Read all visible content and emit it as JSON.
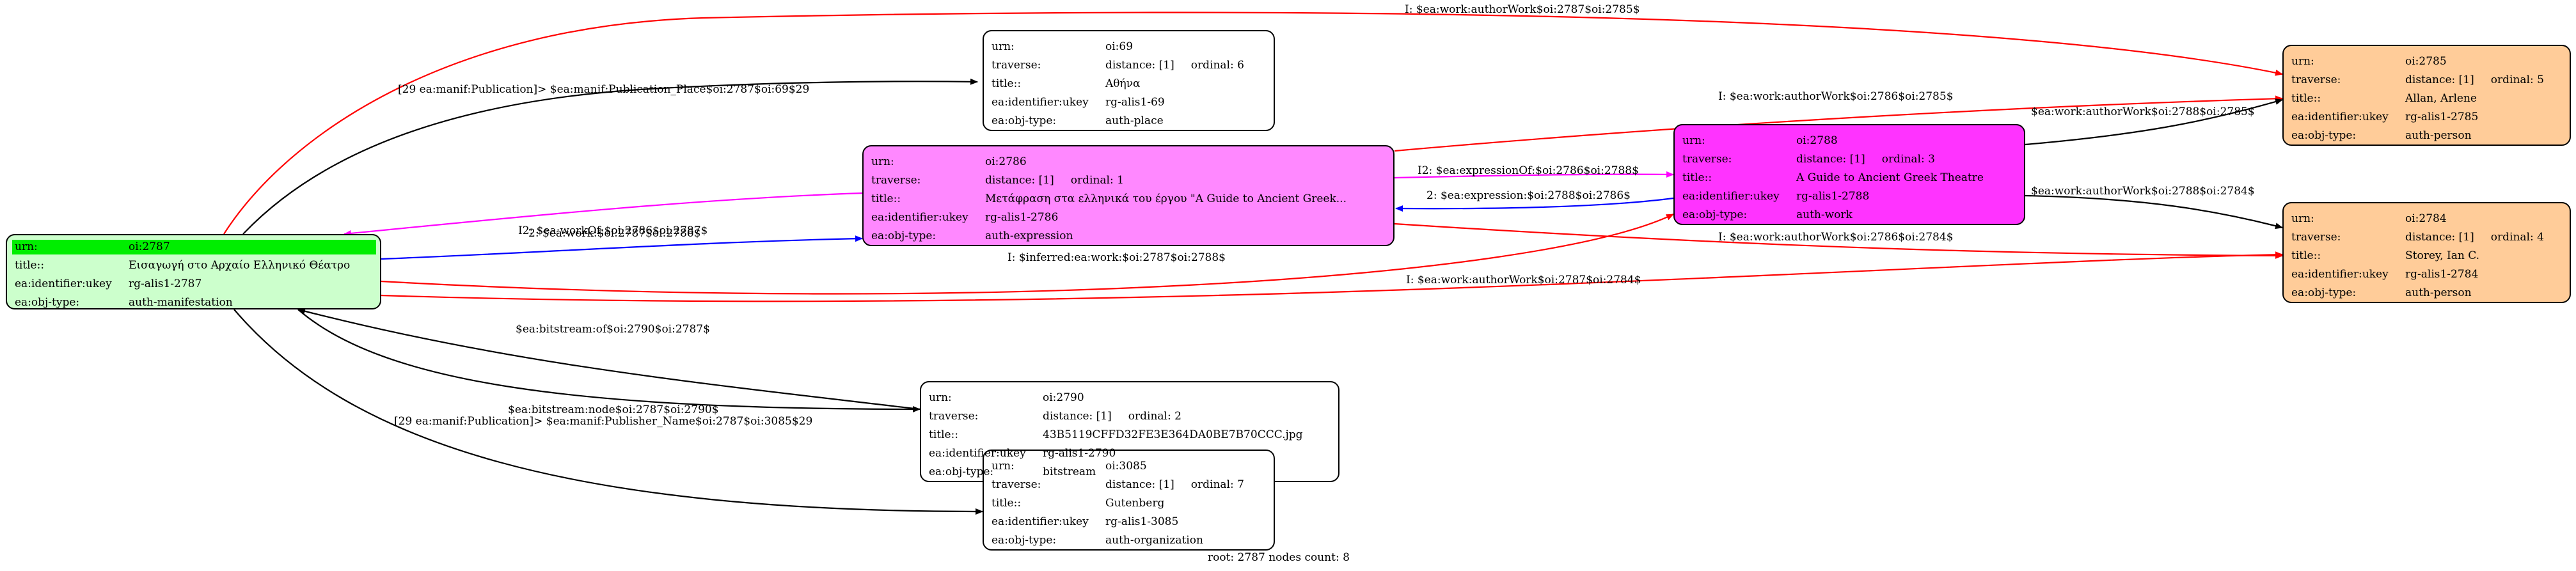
{
  "nodes": {
    "n2787": {
      "fill": "#ccffcc",
      "rows": [
        {
          "k": "urn:",
          "v": "oi:2787",
          "highlight": "#00ee00"
        },
        {
          "k": "title::",
          "v": "Εισαγωγή στο Αρχαίο Ελληνικό Θέατρο"
        },
        {
          "k": "ea:identifier:ukey",
          "v": "rg-alis1-2787"
        },
        {
          "k": "ea:obj-type:",
          "v": "auth-manifestation"
        }
      ]
    },
    "n69": {
      "fill": "#ffffff",
      "rows": [
        {
          "k": "urn:",
          "v": "oi:69"
        },
        {
          "k": "traverse:",
          "v": "distance: [1]",
          "extra": "ordinal: 6"
        },
        {
          "k": "title::",
          "v": "Αθήνα"
        },
        {
          "k": "ea:identifier:ukey",
          "v": "rg-alis1-69"
        },
        {
          "k": "ea:obj-type:",
          "v": "auth-place"
        }
      ]
    },
    "n2786": {
      "fill": "#ff88ff",
      "rows": [
        {
          "k": "urn:",
          "v": "oi:2786"
        },
        {
          "k": "traverse:",
          "v": "distance: [1]",
          "extra": "ordinal: 1"
        },
        {
          "k": "title::",
          "v": "Μετάφραση στα ελληνικά του έργου \"A Guide to Ancient Greek..."
        },
        {
          "k": "ea:identifier:ukey",
          "v": "rg-alis1-2786"
        },
        {
          "k": "ea:obj-type:",
          "v": "auth-expression"
        }
      ]
    },
    "n2788": {
      "fill": "#ff33ff",
      "rows": [
        {
          "k": "urn:",
          "v": "oi:2788"
        },
        {
          "k": "traverse:",
          "v": "distance: [1]",
          "extra": "ordinal: 3"
        },
        {
          "k": "title::",
          "v": "A Guide to Ancient Greek Theatre"
        },
        {
          "k": "ea:identifier:ukey",
          "v": "rg-alis1-2788"
        },
        {
          "k": "ea:obj-type:",
          "v": "auth-work"
        }
      ]
    },
    "n2785": {
      "fill": "#ffcc99",
      "rows": [
        {
          "k": "urn:",
          "v": "oi:2785"
        },
        {
          "k": "traverse:",
          "v": "distance: [1]",
          "extra": "ordinal: 5"
        },
        {
          "k": "title::",
          "v": "Allan, Arlene"
        },
        {
          "k": "ea:identifier:ukey",
          "v": "rg-alis1-2785"
        },
        {
          "k": "ea:obj-type:",
          "v": "auth-person"
        }
      ]
    },
    "n2784": {
      "fill": "#ffcc99",
      "rows": [
        {
          "k": "urn:",
          "v": "oi:2784"
        },
        {
          "k": "traverse:",
          "v": "distance: [1]",
          "extra": "ordinal: 4"
        },
        {
          "k": "title::",
          "v": "Storey, Ian C."
        },
        {
          "k": "ea:identifier:ukey",
          "v": "rg-alis1-2784"
        },
        {
          "k": "ea:obj-type:",
          "v": "auth-person"
        }
      ]
    },
    "n2790": {
      "fill": "#ffffff",
      "rows": [
        {
          "k": "urn:",
          "v": "oi:2790"
        },
        {
          "k": "traverse:",
          "v": "distance: [1]",
          "extra": "ordinal: 2"
        },
        {
          "k": "title::",
          "v": "43B5119CFFD32FE3E364DA0BE7B70CCC.jpg"
        },
        {
          "k": "ea:identifier:ukey",
          "v": "rg-alis1-2790"
        },
        {
          "k": "ea:obj-type:",
          "v": "bitstream"
        }
      ]
    },
    "n3085": {
      "fill": "#ffffff",
      "rows": [
        {
          "k": "urn:",
          "v": "oi:3085"
        },
        {
          "k": "traverse:",
          "v": "distance: [1]",
          "extra": "ordinal: 7"
        },
        {
          "k": "title::",
          "v": "Gutenberg"
        },
        {
          "k": "ea:identifier:ukey",
          "v": "rg-alis1-3085"
        },
        {
          "k": "ea:obj-type:",
          "v": "auth-organization"
        }
      ]
    }
  },
  "edges": [
    {
      "id": "e1",
      "color": "#ff0000",
      "label": "I: $ea:work:authorWork$oi:2787$oi:2785$"
    },
    {
      "id": "e2",
      "color": "#000000",
      "label": "[29 ea:manif:Publication]> $ea:manif:Publication_Place$oi:2787$oi:69$29"
    },
    {
      "id": "e3",
      "color": "#ff00ff",
      "label": "I2: $ea:workOf:$oi:2786$oi:2787$"
    },
    {
      "id": "e4",
      "color": "#0000ff",
      "label": "2: $ea:work:$oi:2787$oi:2786$"
    },
    {
      "id": "e5",
      "color": "#ff0000",
      "label": "I: $ea:work:authorWork$oi:2786$oi:2785$"
    },
    {
      "id": "e6",
      "color": "#ff00ff",
      "label": "I2: $ea:expressionOf:$oi:2786$oi:2788$"
    },
    {
      "id": "e7",
      "color": "#0000ff",
      "label": "2: $ea:expression:$oi:2788$oi:2786$"
    },
    {
      "id": "e8",
      "color": "#000000",
      "label": "$ea:work:authorWork$oi:2788$oi:2785$"
    },
    {
      "id": "e9",
      "color": "#000000",
      "label": "$ea:work:authorWork$oi:2788$oi:2784$"
    },
    {
      "id": "e10",
      "color": "#ff0000",
      "label": "I: $inferred:ea:work:$oi:2787$oi:2788$"
    },
    {
      "id": "e11",
      "color": "#ff0000",
      "label": "I: $ea:work:authorWork$oi:2786$oi:2784$"
    },
    {
      "id": "e12",
      "color": "#ff0000",
      "label": "I: $ea:work:authorWork$oi:2787$oi:2784$"
    },
    {
      "id": "e13",
      "color": "#000000",
      "label": "$ea:bitstream:of$oi:2790$oi:2787$"
    },
    {
      "id": "e14",
      "color": "#000000",
      "label": "$ea:bitstream:node$oi:2787$oi:2790$"
    },
    {
      "id": "e15",
      "color": "#000000",
      "label": "[29 ea:manif:Publication]> $ea:manif:Publisher_Name$oi:2787$oi:3085$29"
    }
  ],
  "footer": "root: 2787 nodes count: 8"
}
